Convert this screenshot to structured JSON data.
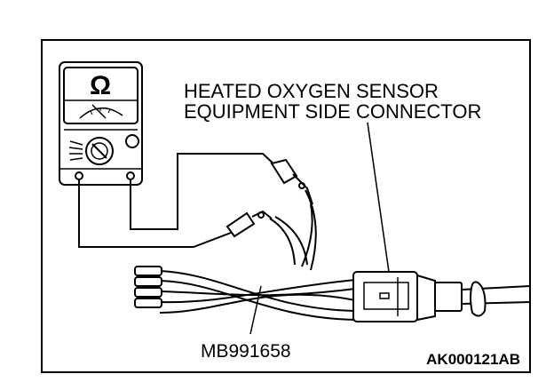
{
  "diagram": {
    "callout_connector_line1": "HEATED OXYGEN SENSOR",
    "callout_connector_line2": "EQUIPMENT SIDE CONNECTOR",
    "callout_harness": "MB991658",
    "figure_code": "AK000121AB",
    "meter_symbol": "Ω",
    "colors": {
      "ink": "#000000",
      "paper": "#ffffff"
    }
  }
}
